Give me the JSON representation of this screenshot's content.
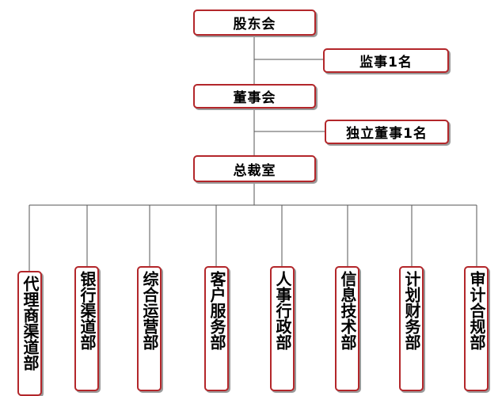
{
  "colors": {
    "box_border": "#b3262a",
    "shadow": "#9a9a9a",
    "line": "#555555"
  },
  "nodes": {
    "shareholders": "股东会",
    "supervisor": "监事1名",
    "board": "董事会",
    "independent_director": "独立董事1名",
    "president_office": "总裁室"
  },
  "departments": [
    "代理商渠道部",
    "银行渠道部",
    "综合运营部",
    "客户服务部",
    "人事行政部",
    "信息技术部",
    "计划财务部",
    "审计合规部"
  ]
}
